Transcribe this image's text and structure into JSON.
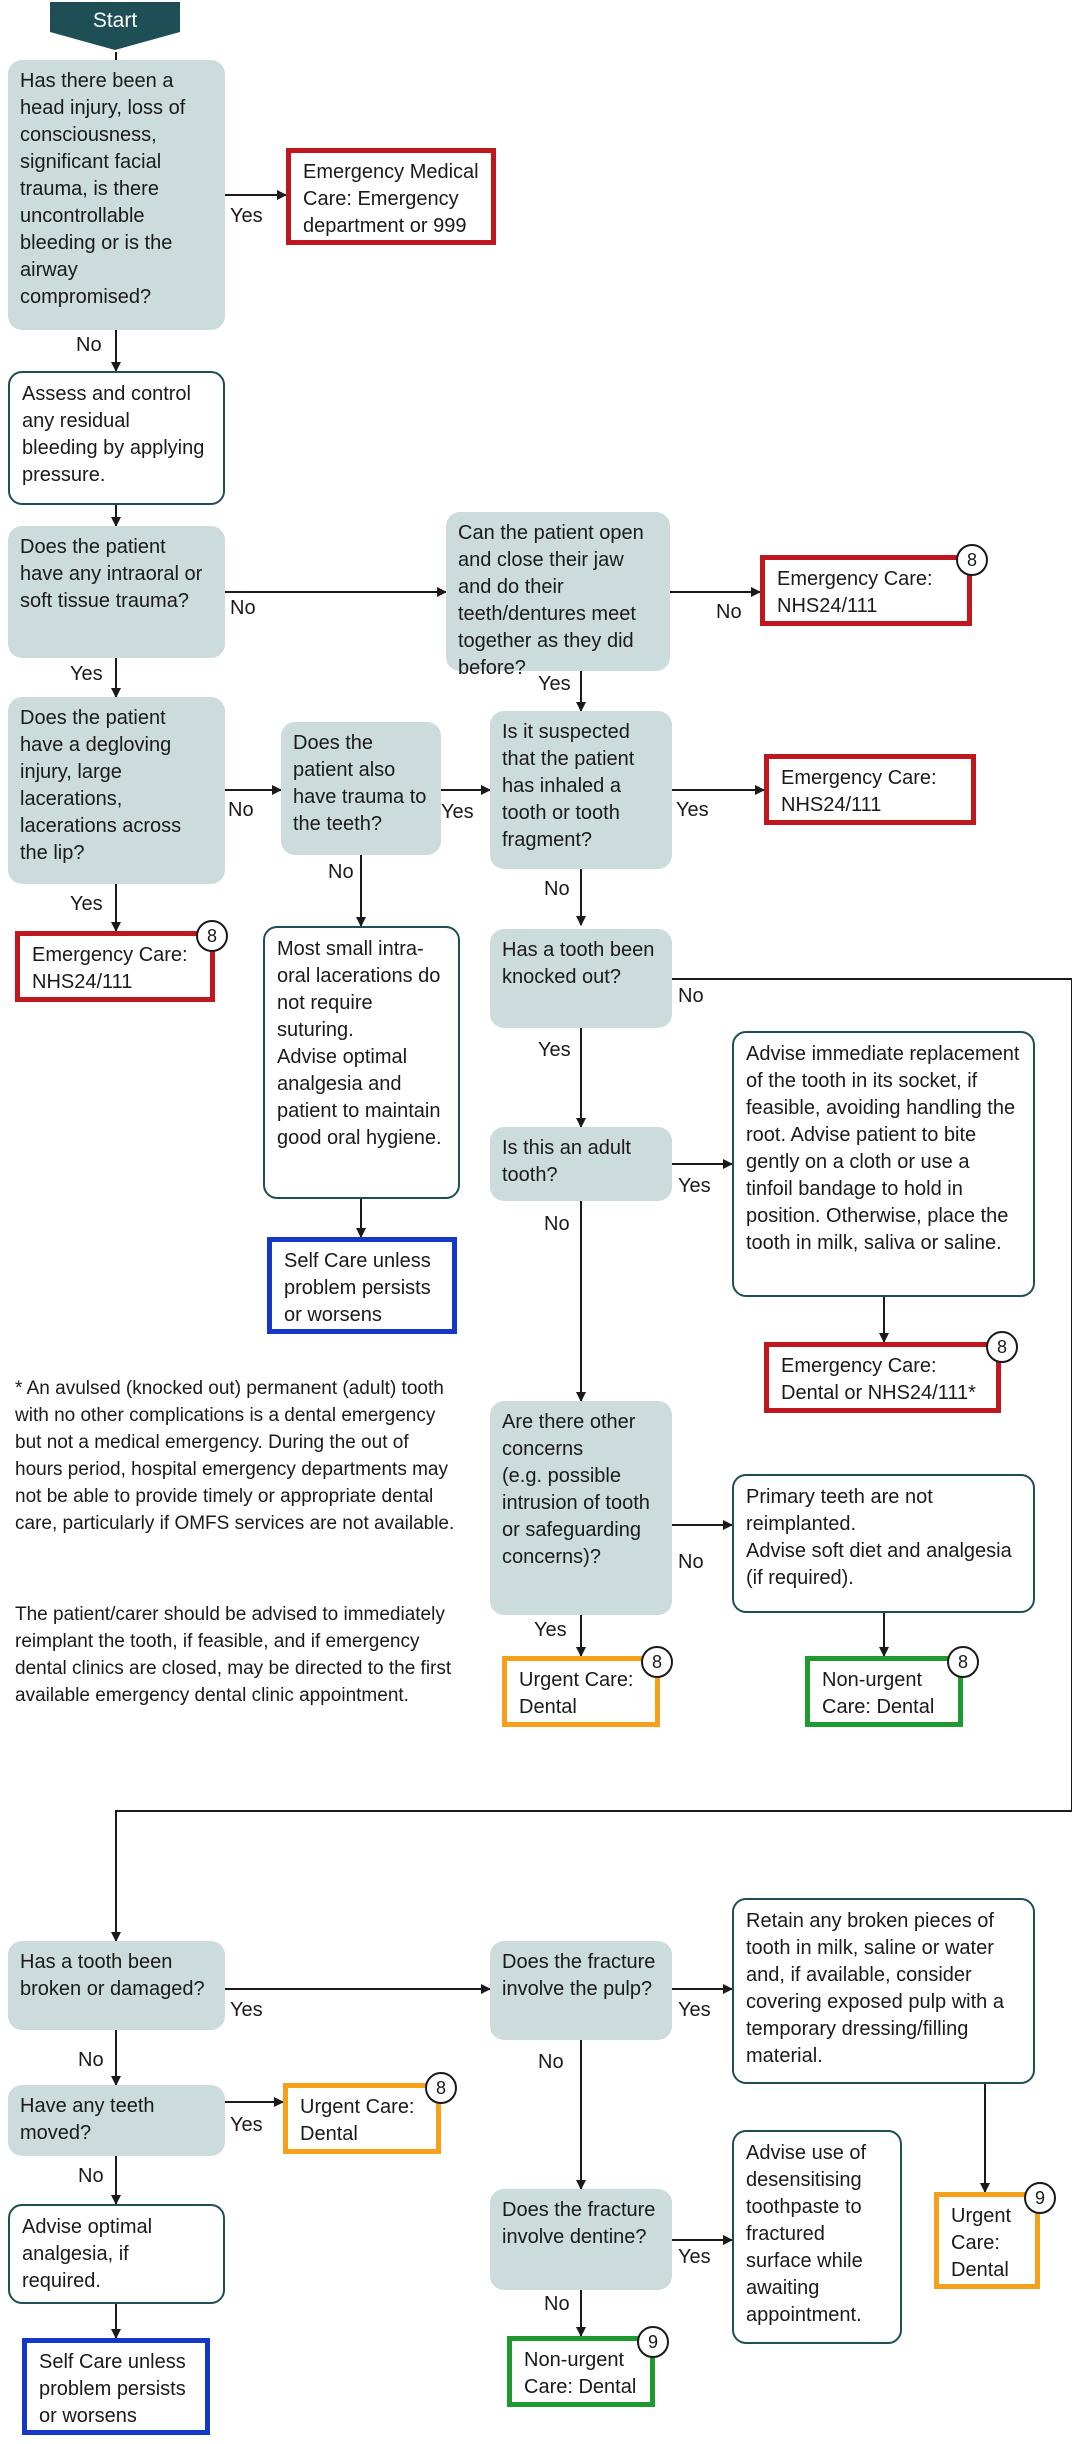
{
  "start": "Start",
  "nodes": {
    "q_head": "Has there been a head injury, loss of consciousness, significant facial trauma, is there uncontrollable bleeding or is the airway compromised?",
    "out_emerg_med": "Emergency Medical Care: Emergency department or 999",
    "adv_bleed": "Assess and control any residual bleeding by applying pressure.",
    "q_intraoral": "Does the patient have any intraoral or soft tissue trauma?",
    "q_jaw": "Can the patient open and close their jaw and do their teeth/dentures meet together as they did before?",
    "out_jaw": "Emergency Care: NHS24/111",
    "q_degloving": "Does the patient have a degloving injury, large lacerations, lacerations across the lip?",
    "q_alsoteeth": "Does the patient also have trauma to the teeth?",
    "q_inhaled": "Is it suspected that the patient has inhaled a tooth or tooth fragment?",
    "out_inhaled": "Emergency Care: NHS24/111",
    "out_degloving": "Emergency Care: NHS24/111",
    "adv_lacerations": "Most small intra-\noral lacerations do not require suturing.\nAdvise optimal analgesia and patient to maintain good oral hygiene.",
    "out_self1": "Self Care unless problem persists or worsens",
    "q_knocked": "Has a tooth been knocked out?",
    "q_adult": "Is this an adult tooth?",
    "adv_replant": "Advise immediate replacement of the tooth in its socket, if feasible, avoiding handling the root. Advise patient to bite gently on a cloth or use a tinfoil bandage to hold in position. Otherwise, place the tooth in milk, saliva or saline.",
    "out_dental_nhs": "Emergency Care: Dental or NHS24/111*",
    "q_other": "Are there other concerns\n(e.g. possible intrusion of tooth or safeguarding concerns)?",
    "adv_primary": "Primary teeth are not reimplanted.\nAdvise soft diet and analgesia (if required).",
    "out_urgent1": "Urgent Care: Dental",
    "out_nonurgent1": "Non-urgent Care: Dental",
    "q_broken": "Has a tooth been broken or damaged?",
    "q_pulp": "Does the fracture involve the pulp?",
    "adv_pulp": "Retain any broken pieces of tooth in milk, saline or water and, if available, consider covering exposed pulp with a temporary dressing/filling material.",
    "q_moved": "Have any teeth moved?",
    "out_urgent_moved": "Urgent Care: Dental",
    "adv_analgesia": "Advise optimal analgesia, if required.",
    "q_dentine": "Does the fracture involve dentine?",
    "adv_desens": "Advise use of desensitising toothpaste to fractured surface while awaiting appointment.",
    "out_urgent2": "Urgent Care: Dental",
    "out_nonurgent2": "Non-urgent Care: Dental",
    "out_self2": "Self Care unless problem persists or worsens"
  },
  "badges": {
    "b_jaw": "8",
    "b_degloving": "8",
    "b_dental_nhs": "8",
    "b_urgent1": "8",
    "b_nonurgent1": "8",
    "b_moved": "8",
    "b_urgent2": "9",
    "b_nonurgent2": "9"
  },
  "labels": {
    "yes": "Yes",
    "no": "No"
  },
  "notes": {
    "avulsed": "* An avulsed (knocked out) permanent (adult) tooth with no other complications is a dental emergency but not a medical emergency. During the out of hours period, hospital emergency departments may not be able to provide timely or appropriate dental care, particularly if OMFS services are not available.",
    "reimplant": "The patient/carer should be advised to immediately reimplant the tooth, if feasible, and if emergency dental clinics are closed, may be directed to the first available emergency dental clinic appointment."
  },
  "colors": {
    "question": "#ccdbdc",
    "advice_border": "#1f4f56",
    "emergency": "#c0161d",
    "urgent": "#f5a01a",
    "nonurgent": "#1e9a2e",
    "selfcare": "#1338c8",
    "start": "#1f4f56"
  }
}
